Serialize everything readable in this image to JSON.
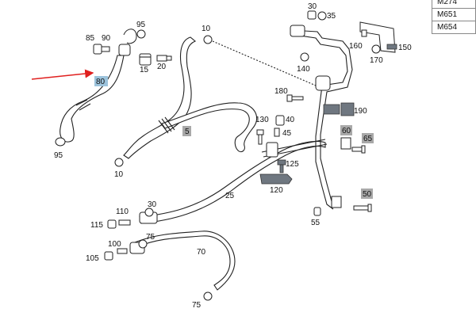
{
  "variant_table": {
    "rows": [
      "M274",
      "M651",
      "M654"
    ]
  },
  "callouts": {
    "c5": "5",
    "c10a": "10",
    "c10b": "10",
    "c15": "15",
    "c20": "20",
    "c25": "25",
    "c30a": "30",
    "c30b": "30",
    "c35": "35",
    "c40": "40",
    "c45": "45",
    "c50": "50",
    "c55": "55",
    "c60": "60",
    "c65": "65",
    "c70": "70",
    "c75a": "75",
    "c75b": "75",
    "c80": "80",
    "c85": "85",
    "c90": "90",
    "c95a": "95",
    "c95b": "95",
    "c100": "100",
    "c105": "105",
    "c110": "110",
    "c115": "115",
    "c120": "120",
    "c125": "125",
    "c130": "130",
    "c140": "140",
    "c150": "150",
    "c160": "160",
    "c170": "170",
    "c180": "180",
    "c190": "190"
  },
  "highlight_part": "80",
  "colors": {
    "highlight": "#9cc3dc",
    "arrow": "#e0201f",
    "gray_label": "#a9a9a9"
  }
}
